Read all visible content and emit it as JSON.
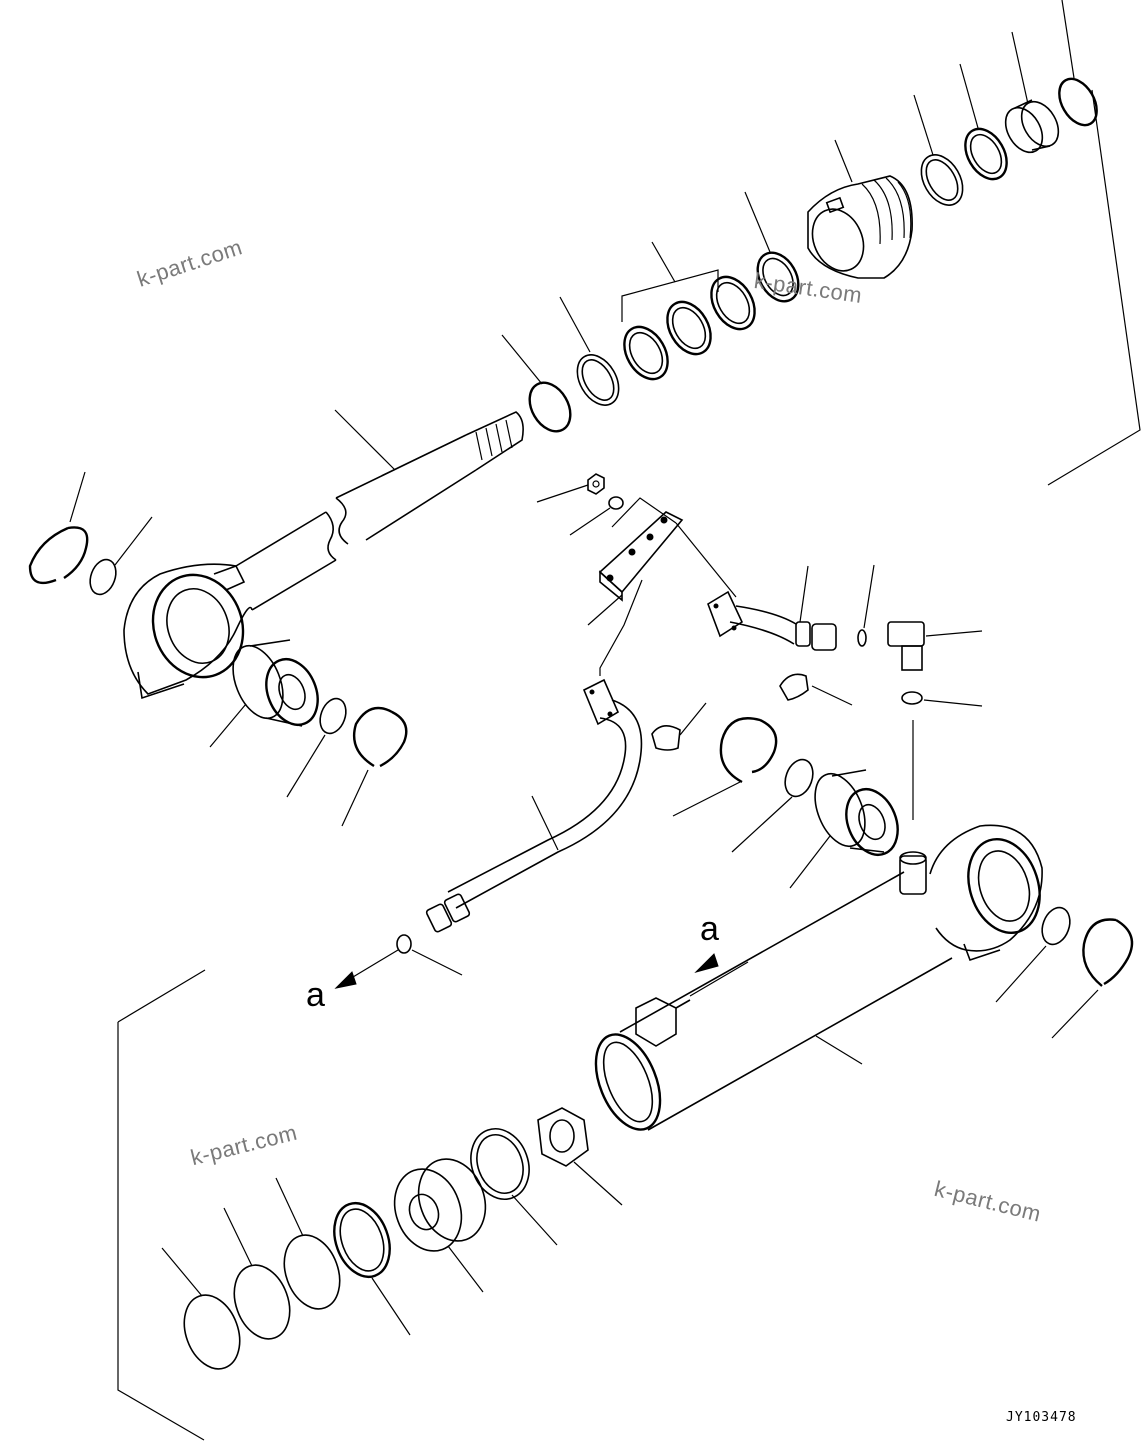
{
  "diagram": {
    "type": "exploded parts diagram",
    "subject": "hydraulic cylinder"
  },
  "watermarks": [
    "k-part.com",
    "k-part.com",
    "k-part.com",
    "k-part.com"
  ],
  "callouts": {
    "connection_upper": "a",
    "connection_lower": "a"
  },
  "drawing_code": "JY103478"
}
